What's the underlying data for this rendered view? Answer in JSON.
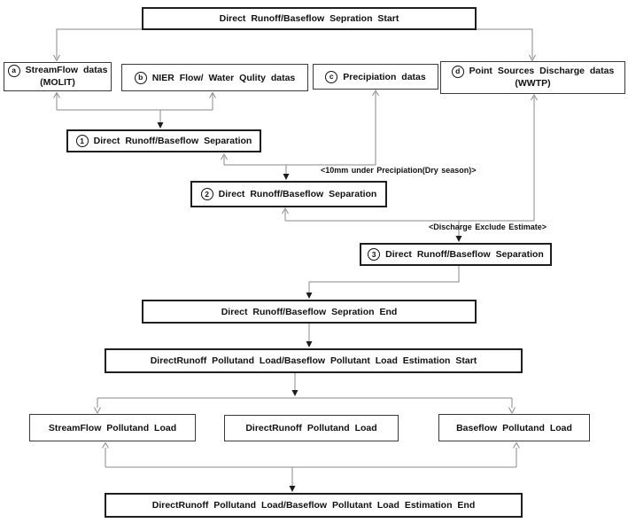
{
  "colors": {
    "background": "#ffffff",
    "connector": "#8a8a8a",
    "box_border": "#3a3a3a",
    "heavy_box_border": "#1f1f1f",
    "text": "#111111"
  },
  "nodes": {
    "start": {
      "label": "Direct Runoff/Baseflow Sepration Start"
    },
    "streamflow_data": {
      "badge": "a",
      "label": "StreamFlow datas",
      "sublabel": "(MOLIT)"
    },
    "nier_data": {
      "badge": "b",
      "label": "NIER Flow/ Water Qulity datas"
    },
    "precipitation_data": {
      "badge": "c",
      "label": "Precipiation datas"
    },
    "point_sources_data": {
      "badge": "d",
      "label": "Point Sources Discharge datas",
      "sublabel": "(WWTP)"
    },
    "separation_1": {
      "badge": "1",
      "label": "Direct Runoff/Baseflow Separation"
    },
    "separation_2": {
      "badge": "2",
      "label": "Direct Runoff/Baseflow Separation"
    },
    "separation_3": {
      "badge": "3",
      "label": "Direct Runoff/Baseflow Separation"
    },
    "separation_end": {
      "label": "Direct Runoff/Baseflow Sepration End"
    },
    "estimation_start": {
      "label": "DirectRunoff Pollutand Load/Baseflow Pollutant Load Estimation Start"
    },
    "streamflow_load": {
      "label": "StreamFlow Pollutand Load"
    },
    "directrunoff_load": {
      "label": "DirectRunoff Pollutand Load"
    },
    "baseflow_load": {
      "label": "Baseflow Pollutand Load"
    },
    "estimation_end": {
      "label": "DirectRunoff Pollutand Load/Baseflow Pollutant Load Estimation End"
    }
  },
  "annotations": {
    "dry_season": "<10mm under Precipiation(Dry season)>",
    "discharge_exclude": "<Discharge Exclude Estimate>"
  }
}
